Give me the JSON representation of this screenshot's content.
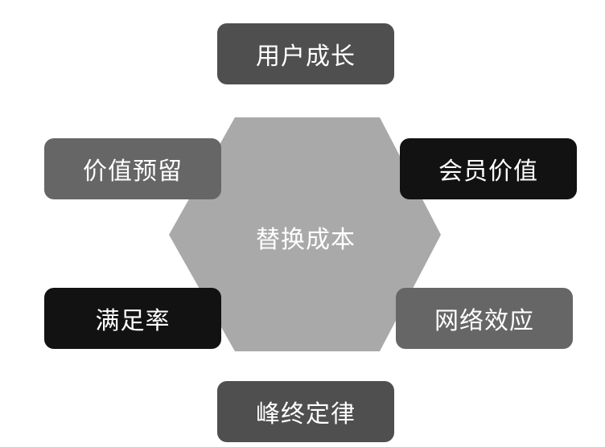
{
  "diagram": {
    "center": {
      "label": "替换成本",
      "fill": "#a9a9a9"
    },
    "nodes": [
      {
        "id": "n-top",
        "label": "用户成长",
        "fill": "#4f4f4f"
      },
      {
        "id": "n-left-upper",
        "label": "价值预留",
        "fill": "#666666"
      },
      {
        "id": "n-right-upper",
        "label": "会员价值",
        "fill": "#121212"
      },
      {
        "id": "n-left-lower",
        "label": "满足率",
        "fill": "#121212"
      },
      {
        "id": "n-right-lower",
        "label": "网络效应",
        "fill": "#666666"
      },
      {
        "id": "n-bottom",
        "label": "峰终定律",
        "fill": "#4f4f4f"
      }
    ]
  }
}
